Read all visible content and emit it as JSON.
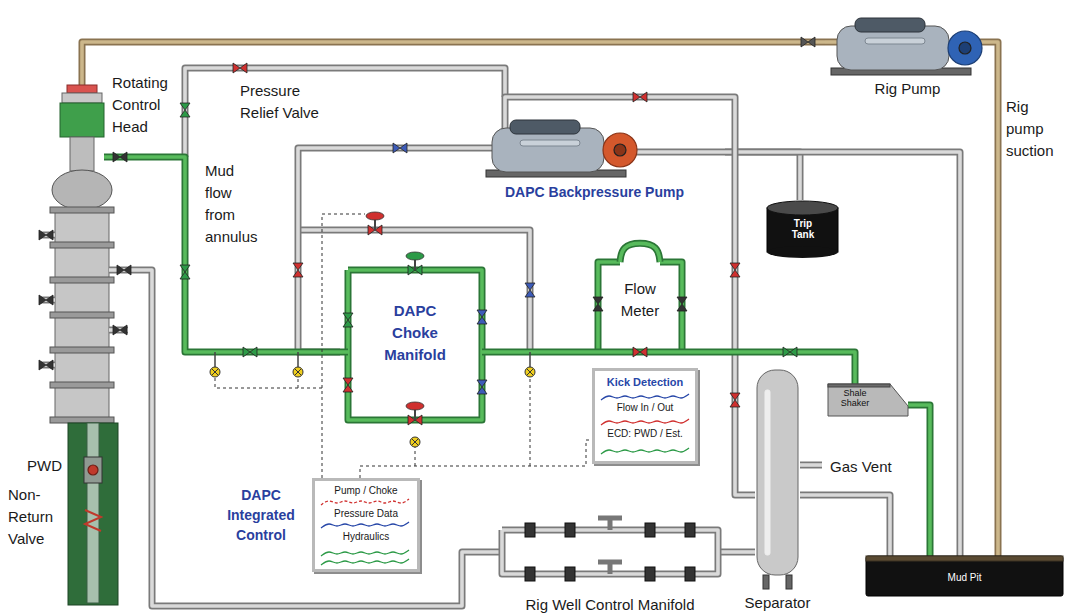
{
  "diagram": {
    "nodes": [
      {
        "text": [
          "Rotating Control Head"
        ]
      },
      {
        "text": [
          "Rig Pump"
        ]
      },
      {
        "text": [
          "DAPC Backpressure Pump"
        ]
      },
      {
        "text": [
          "Trip Tank"
        ]
      },
      {
        "text": [
          "DAPC Choke Manifold"
        ]
      },
      {
        "text": [
          "Flow Meter"
        ]
      },
      {
        "text": [
          "Kick Detection",
          "Flow In / Out",
          "ECD: PWD / Est."
        ]
      },
      {
        "text": [
          "Shale Shaker"
        ]
      },
      {
        "text": [
          "DAPC Integrated Control",
          "Pump / Choke",
          "Pressure Data",
          "Hydraulics"
        ]
      },
      {
        "text": [
          "Separator"
        ]
      },
      {
        "text": [
          "Mud Pit"
        ]
      },
      {
        "text": [
          "Rig Well Control Manifold"
        ]
      }
    ],
    "edges": [
      {
        "from": 1,
        "to": 0,
        "arrow": "none"
      },
      {
        "from": 10,
        "to": 1,
        "arrow": "none"
      },
      {
        "from": 0,
        "to": 4,
        "arrow": "none"
      },
      {
        "from": 4,
        "to": 5,
        "arrow": "none"
      },
      {
        "from": 5,
        "to": 7,
        "arrow": "none"
      },
      {
        "from": 7,
        "to": 10,
        "arrow": "none"
      },
      {
        "from": 2,
        "to": 4,
        "arrow": "none"
      },
      {
        "from": 2,
        "to": 3,
        "arrow": "none"
      },
      {
        "from": 10,
        "to": 2,
        "arrow": "none"
      },
      {
        "from": 2,
        "to": 9,
        "arrow": "none"
      },
      {
        "from": 0,
        "to": 11,
        "arrow": "none"
      },
      {
        "from": 11,
        "to": 9,
        "arrow": "none"
      },
      {
        "from": 9,
        "to": 10,
        "arrow": "none"
      }
    ],
    "labels": [
      "Pressure Relief Valve",
      "Mud flow from annulus",
      "Rig pump suction",
      "Gas Vent",
      "PWD",
      "Non-Return Valve"
    ]
  }
}
